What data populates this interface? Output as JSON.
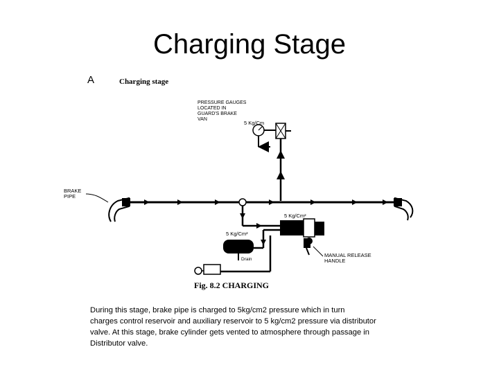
{
  "slide": {
    "title": "Charging Stage"
  },
  "diagram": {
    "section_letter": "A",
    "section_heading": "Charging stage",
    "gauge_note_lines": [
      "PRESSURE GAUGES",
      "LOCATED IN",
      "GUARD'S BRAKE",
      "VAN"
    ],
    "gauge_pressure": "5 Kg/Cm",
    "brake_pipe_lines": [
      "BRAKE",
      "PIPE"
    ],
    "distributor_pressure": "5 Kg/Cm²",
    "reservoir_pressure": "5 Kg/Cm²",
    "drain_label": "Drain",
    "manual_release_lines": [
      "MANUAL RELEASE",
      "HANDLE"
    ],
    "figure_caption": "Fig. 8.2 CHARGING"
  },
  "description": {
    "lines": [
      "During this stage, brake pipe is charged to 5kg/cm2 pressure which in turn",
      "charges control reservoir and auxiliary reservoir to 5 kg/cm2 pressure via distributor",
      "valve. At this stage, brake cylinder gets vented to atmosphere through passage in",
      "Distributor valve."
    ]
  },
  "colors": {
    "ink": "#000000",
    "background": "#ffffff"
  }
}
